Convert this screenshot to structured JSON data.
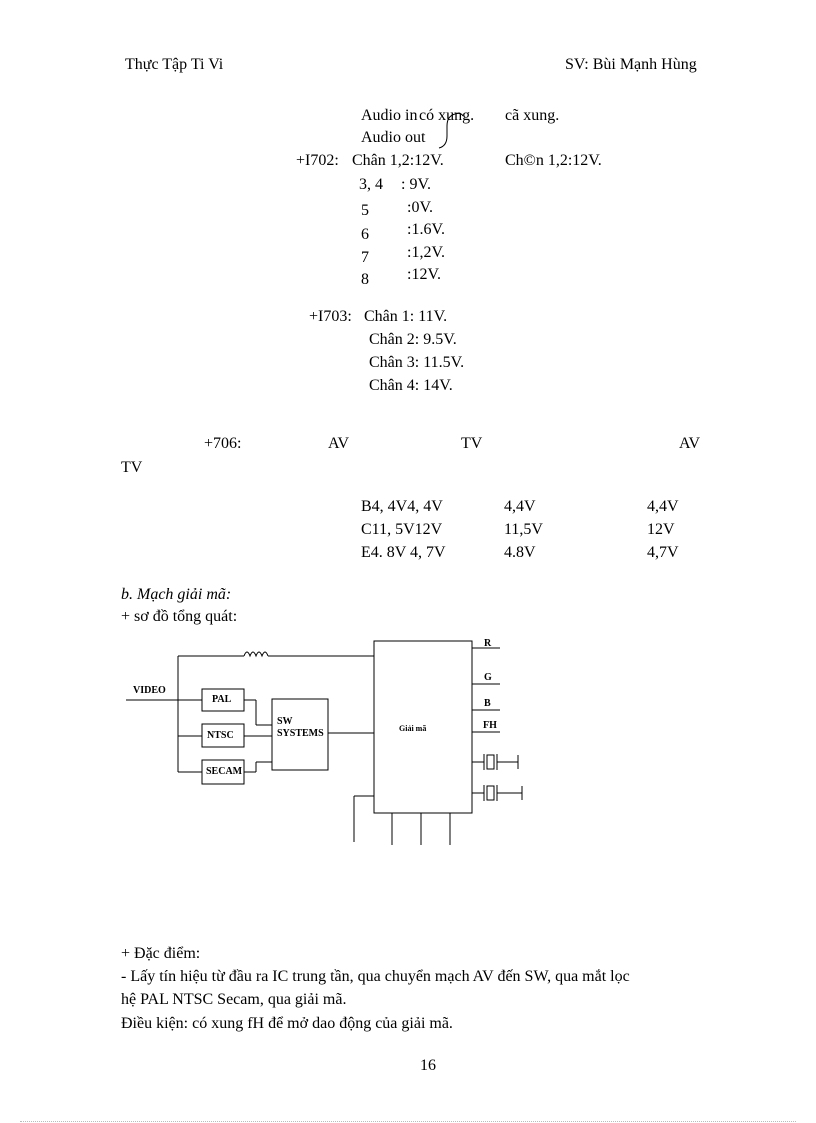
{
  "header": {
    "left": "Thực Tập Ti Vi",
    "right": "SV: Bùi Mạnh Hùng"
  },
  "audio": {
    "line1_a": "Audio in",
    "line1_b": "có xung.",
    "line1_c": "cã xung.",
    "line2": "Audio out"
  },
  "i702": {
    "label": "+I702:",
    "pin12": "Chân 1,2:12V.",
    "pin12_alt": "Ch©n 1,2:12V.",
    "rows": [
      {
        "pin": "3, 4",
        "value": ": 9V."
      },
      {
        "pin": "5",
        "value": ":0V."
      },
      {
        "pin": "6",
        "value": ":1.6V."
      },
      {
        "pin": "7",
        "value": ":1,2V."
      },
      {
        "pin": "8",
        "value": ":12V."
      }
    ]
  },
  "i703": {
    "label": "+I703:",
    "rows": [
      "Chân 1: 11V.",
      "Chân 2: 9.5V.",
      "Chân 3: 11.5V.",
      "Chân 4: 14V."
    ]
  },
  "t706": {
    "label": "+706:",
    "col_av1": "AV",
    "col_tv": "TV",
    "col_av2": "AV",
    "col_tv2": "TV",
    "rows": [
      {
        "a": "B4, 4V4, 4V",
        "b": "4,4V",
        "c": "4,4V"
      },
      {
        "a": "C11, 5V12V",
        "b": "11,5V",
        "c": "12V"
      },
      {
        "a": "E4. 8V 4, 7V",
        "b": "4.8V",
        "c": "4,7V"
      }
    ]
  },
  "section_b": {
    "title": "b. Mạch giải mã:",
    "subtitle": "+ sơ đồ tổng quát:"
  },
  "diagram": {
    "video": "VIDEO",
    "pal": "PAL",
    "ntsc": "NTSC",
    "secam": "SECAM",
    "sw1": "SW",
    "sw2": "SYSTEMS",
    "decoder": "Giải mã",
    "out_r": "R",
    "out_g": "G",
    "out_b": "B",
    "out_fh": "FH"
  },
  "features": {
    "title": "+ Đặc điểm:",
    "line1": "- Lấy tín hiệu từ đầu ra IC trung tần, qua chuyển mạch AV đến SW, qua mắt lọc",
    "line2": "hệ PAL NTSC Secam, qua giải mã.",
    "line3": "Điều kiện: có xung fH để mở dao động của giải mã."
  },
  "page_number": "16"
}
